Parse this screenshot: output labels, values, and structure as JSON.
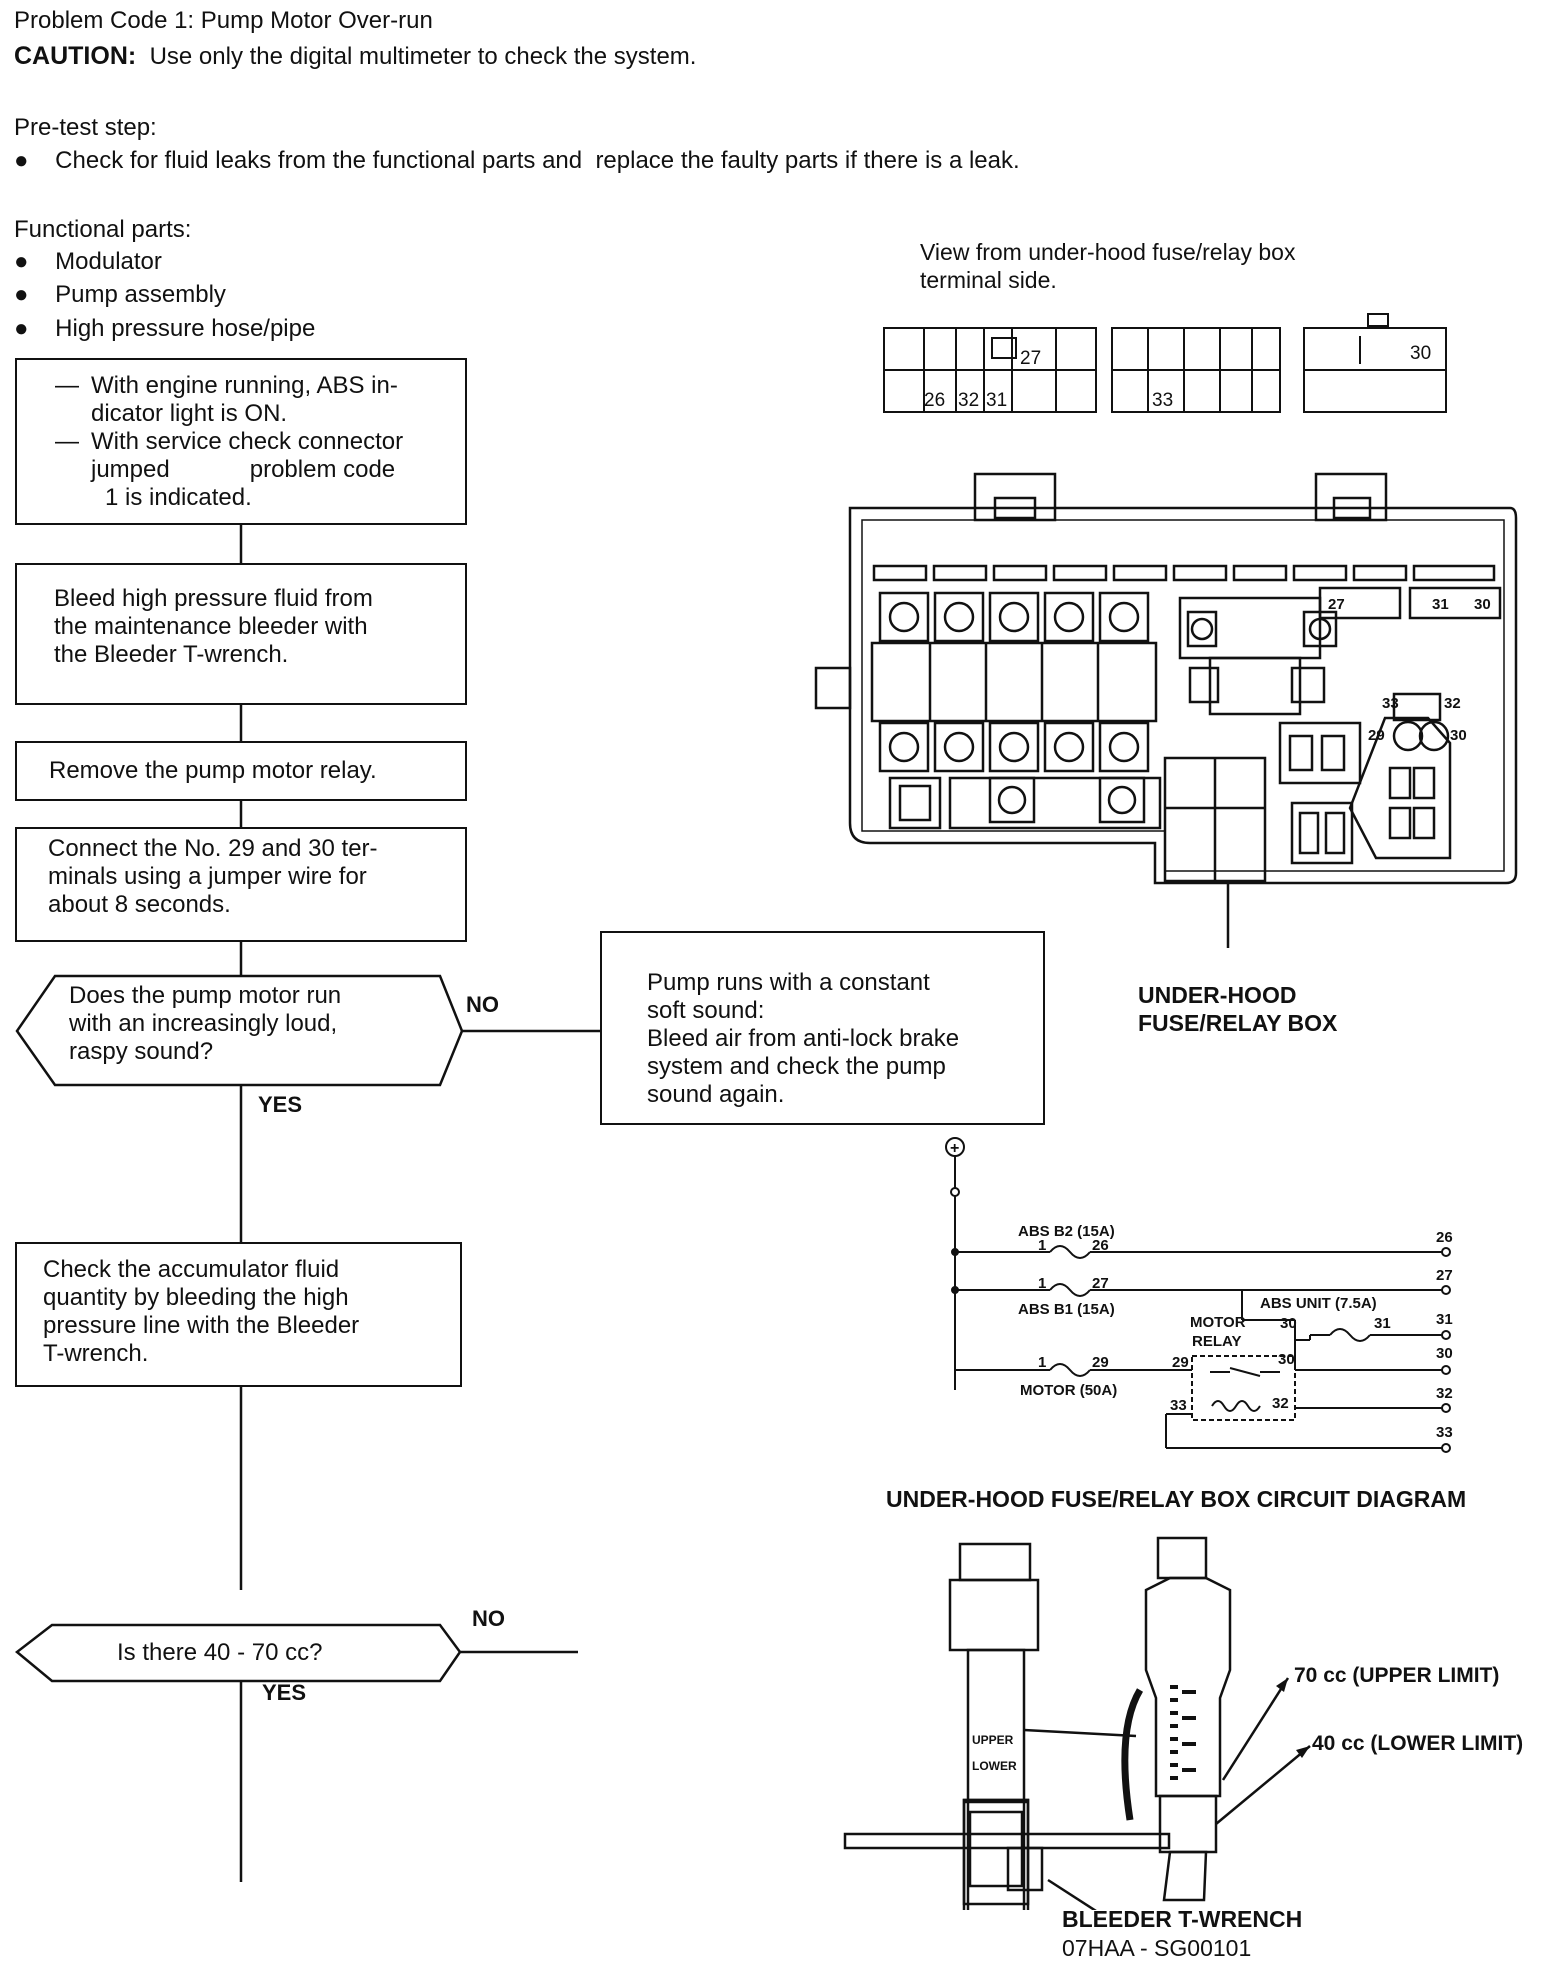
{
  "title": "Problem Code 1: Pump Motor Over-run",
  "caution": {
    "label": "CAUTION:",
    "text": "Use only the digital multimeter to check the system."
  },
  "pretest": {
    "heading": "Pre-test step:",
    "item": "Check for fluid leaks from the functional parts and  replace the faulty parts if there is a leak."
  },
  "functional": {
    "heading": "Functional parts:",
    "items": [
      "Modulator",
      "Pump assembly",
      "High pressure hose/pipe"
    ]
  },
  "flow": {
    "box1": [
      "With engine running, ABS in-",
      "dicator light is ON.",
      "With service check connector",
      "jumped            problem code",
      "1 is indicated."
    ],
    "box2": [
      "Bleed high pressure fluid from",
      "the maintenance bleeder with",
      "the Bleeder T-wrench."
    ],
    "box3": "Remove the pump motor relay.",
    "box4": [
      "Connect the No. 29 and 30 ter-",
      "minals using a jumper wire for",
      "about 8 seconds."
    ],
    "decision1": [
      "Does the pump motor run",
      "with an increasingly loud,",
      "raspy sound?"
    ],
    "no_box": [
      "Pump runs with a constant",
      "soft sound:",
      "Bleed air from anti-lock brake",
      "system and check the pump",
      "sound again."
    ],
    "box5": [
      "Check the accumulator fluid",
      "quantity by bleeding the high",
      "pressure line with the Bleeder",
      "T-wrench."
    ],
    "decision2": "Is there 40 - 70 cc?",
    "no": "NO",
    "yes": "YES"
  },
  "fusebox": {
    "view_caption": [
      "View from under-hood fuse/relay box",
      "terminal side."
    ],
    "connector_terminals": [
      "27",
      "26",
      "32",
      "31",
      "33",
      "30"
    ],
    "box_terminals": [
      "27",
      "31",
      "30",
      "33",
      "32",
      "29",
      "30"
    ],
    "label": [
      "UNDER-HOOD",
      "FUSE/RELAY BOX"
    ]
  },
  "circuit": {
    "title": "UNDER-HOOD FUSE/RELAY BOX CIRCUIT DIAGRAM",
    "fuses": {
      "abs_b2": "ABS B2 (15A)",
      "abs_b1": "ABS B1 (15A)",
      "motor": "MOTOR (50A)",
      "abs_unit": "ABS UNIT (7.5A)",
      "relay": [
        "MOTOR",
        "RELAY"
      ]
    },
    "pins": [
      "1",
      "26",
      "1",
      "27",
      "1",
      "29",
      "29",
      "30",
      "30",
      "31",
      "33",
      "32"
    ],
    "terminals": [
      "26",
      "27",
      "31",
      "30",
      "32",
      "33"
    ],
    "plus": "+"
  },
  "tool": {
    "upper": "70 cc (UPPER LIMIT)",
    "lower": "40 cc (LOWER LIMIT)",
    "scale_marks": [
      "UPPER",
      "LOWER"
    ],
    "name": [
      "BLEEDER T-WRENCH",
      "07HAA - SG00101"
    ]
  }
}
